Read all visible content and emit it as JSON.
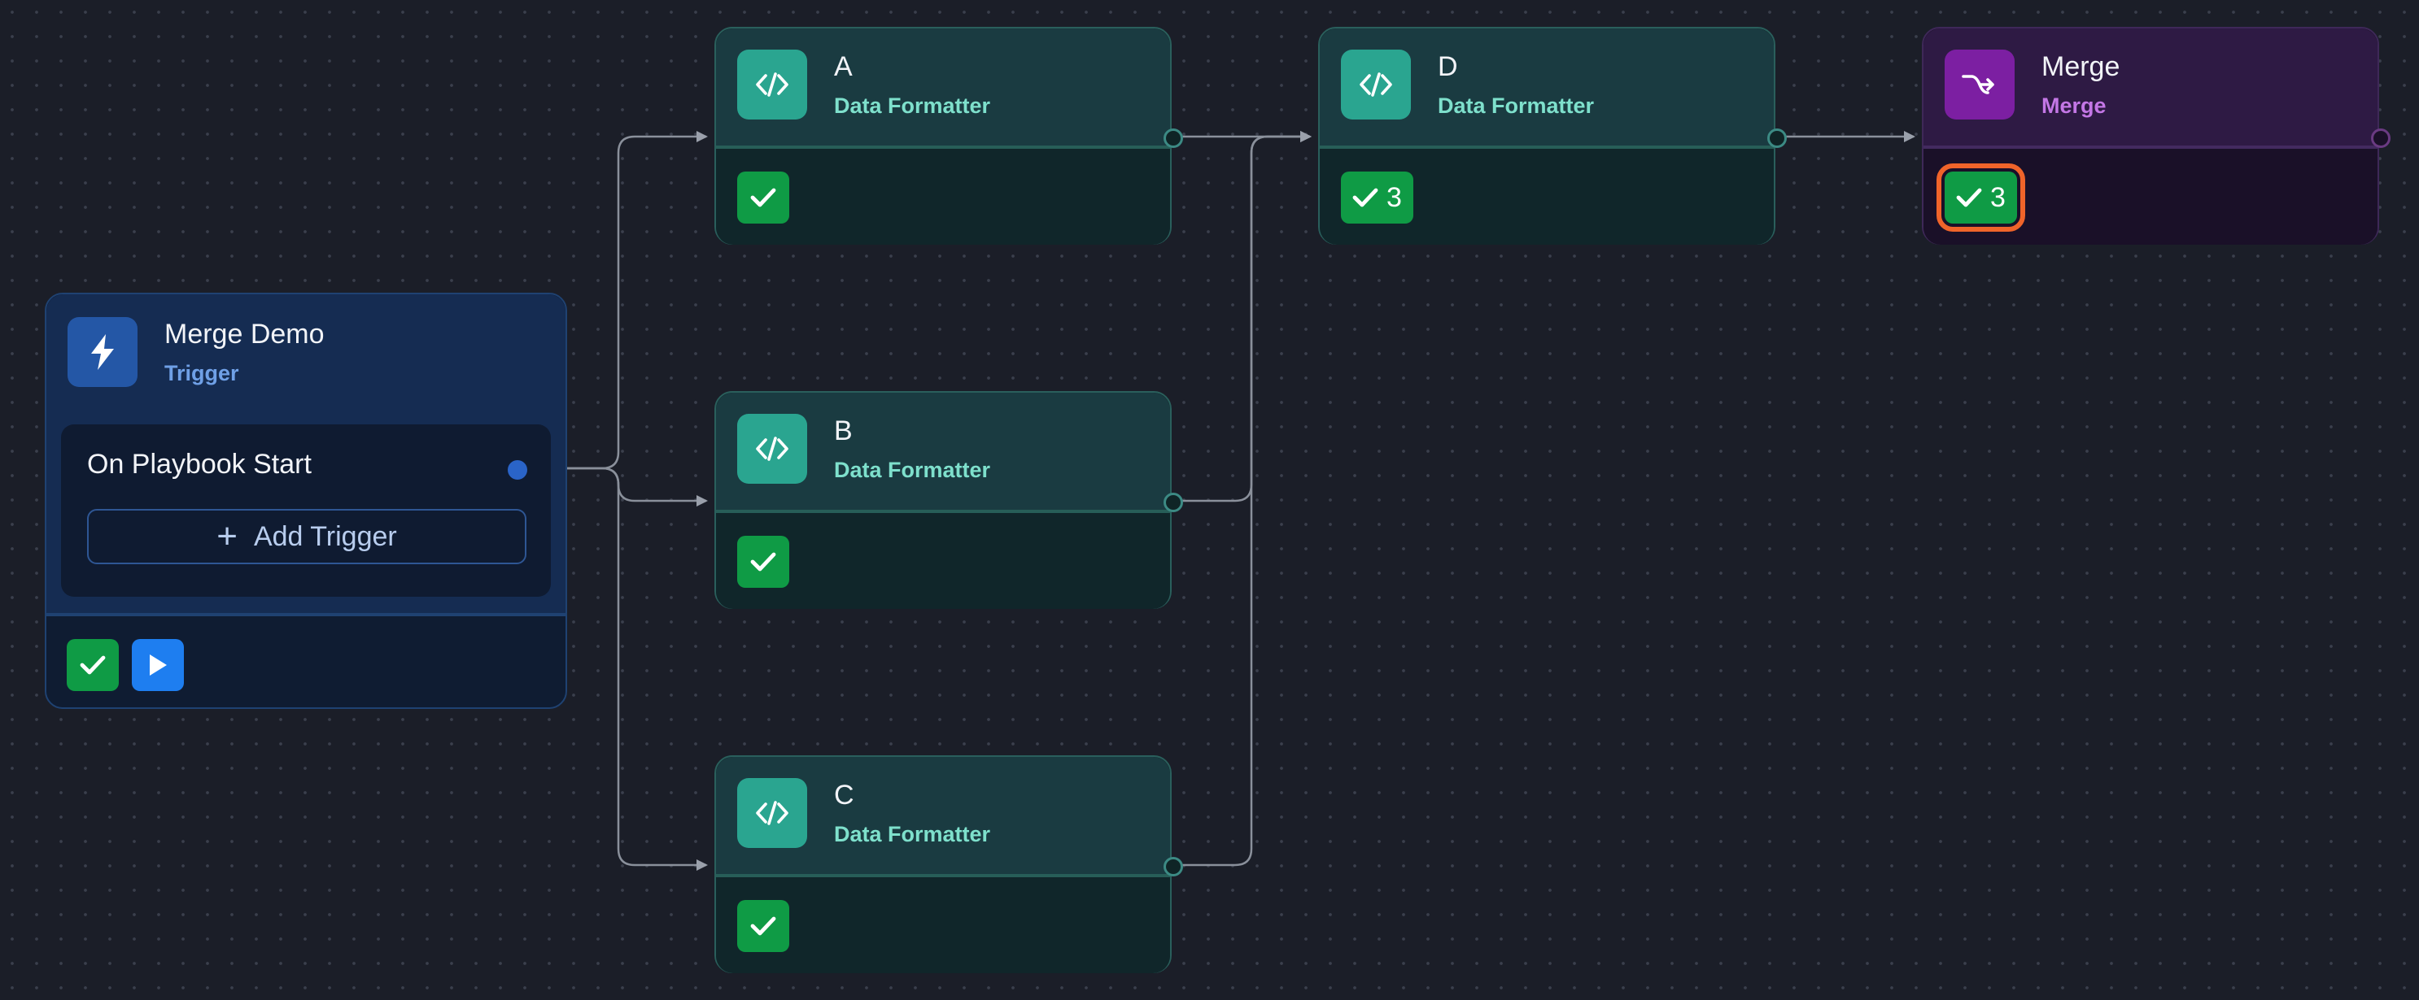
{
  "trigger_node": {
    "title": "Merge Demo",
    "subtitle": "Trigger",
    "icon": "lightning-bolt-icon",
    "trigger_label": "On Playbook Start",
    "add_trigger_label": "Add Trigger",
    "status_icon": "check-icon",
    "run_icon": "play-icon"
  },
  "nodes": [
    {
      "key": "a",
      "title": "A",
      "subtitle": "Data Formatter",
      "icon": "code-icon",
      "count": ""
    },
    {
      "key": "b",
      "title": "B",
      "subtitle": "Data Formatter",
      "icon": "code-icon",
      "count": ""
    },
    {
      "key": "c",
      "title": "C",
      "subtitle": "Data Formatter",
      "icon": "code-icon",
      "count": ""
    },
    {
      "key": "d",
      "title": "D",
      "subtitle": "Data Formatter",
      "icon": "code-icon",
      "count": "3"
    }
  ],
  "merge_node": {
    "title": "Merge",
    "subtitle": "Merge",
    "icon": "merge-arrow-icon",
    "count": "3"
  },
  "edges": [
    {
      "from": "merge-demo",
      "to": "A"
    },
    {
      "from": "merge-demo",
      "to": "B"
    },
    {
      "from": "merge-demo",
      "to": "C"
    },
    {
      "from": "A",
      "to": "D"
    },
    {
      "from": "B",
      "to": "D"
    },
    {
      "from": "C",
      "to": "D"
    },
    {
      "from": "D",
      "to": "Merge"
    }
  ],
  "colors": {
    "canvas_background": "#1b1e28",
    "formatter_accent": "#2aa590",
    "merge_accent": "#7c1fa2",
    "trigger_accent": "#2457a6",
    "success_green": "#0f9b45",
    "run_blue": "#1e7ef0",
    "highlight_orange": "#f0642a"
  }
}
